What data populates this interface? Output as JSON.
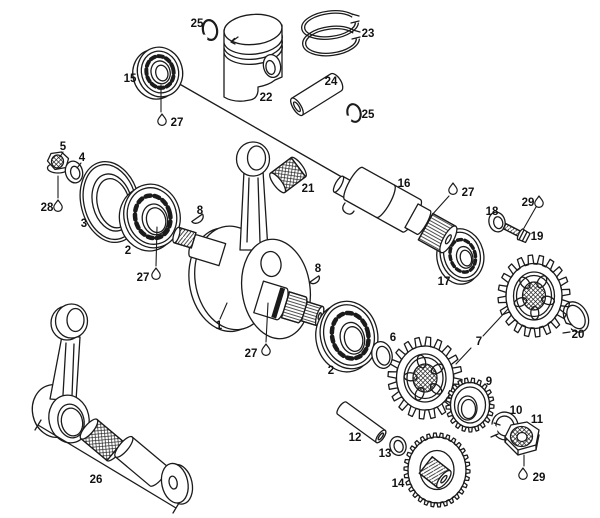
{
  "figure": {
    "kind": "exploded-parts-diagram",
    "background_color": "#ffffff",
    "line_color": "#1b1b1b",
    "label_color": "#111111",
    "grease_drop_icon": "teardrop outline marking lubrication points"
  },
  "labels": {
    "1": "1",
    "2a": "2",
    "2b": "2",
    "3": "3",
    "4": "4",
    "5": "5",
    "6": "6",
    "7": "7",
    "8a": "8",
    "8b": "8",
    "9": "9",
    "10": "10",
    "11": "11",
    "12": "12",
    "13": "13",
    "14": "14",
    "15": "15",
    "16": "16",
    "17": "17",
    "18": "18",
    "19": "19",
    "20": "20",
    "21": "21",
    "22": "22",
    "23": "23",
    "24": "24",
    "25a": "25",
    "25b": "25",
    "26": "26",
    "27a": "27",
    "27b": "27",
    "27c": "27",
    "27d": "27",
    "28": "28",
    "29a": "29",
    "29b": "29"
  }
}
